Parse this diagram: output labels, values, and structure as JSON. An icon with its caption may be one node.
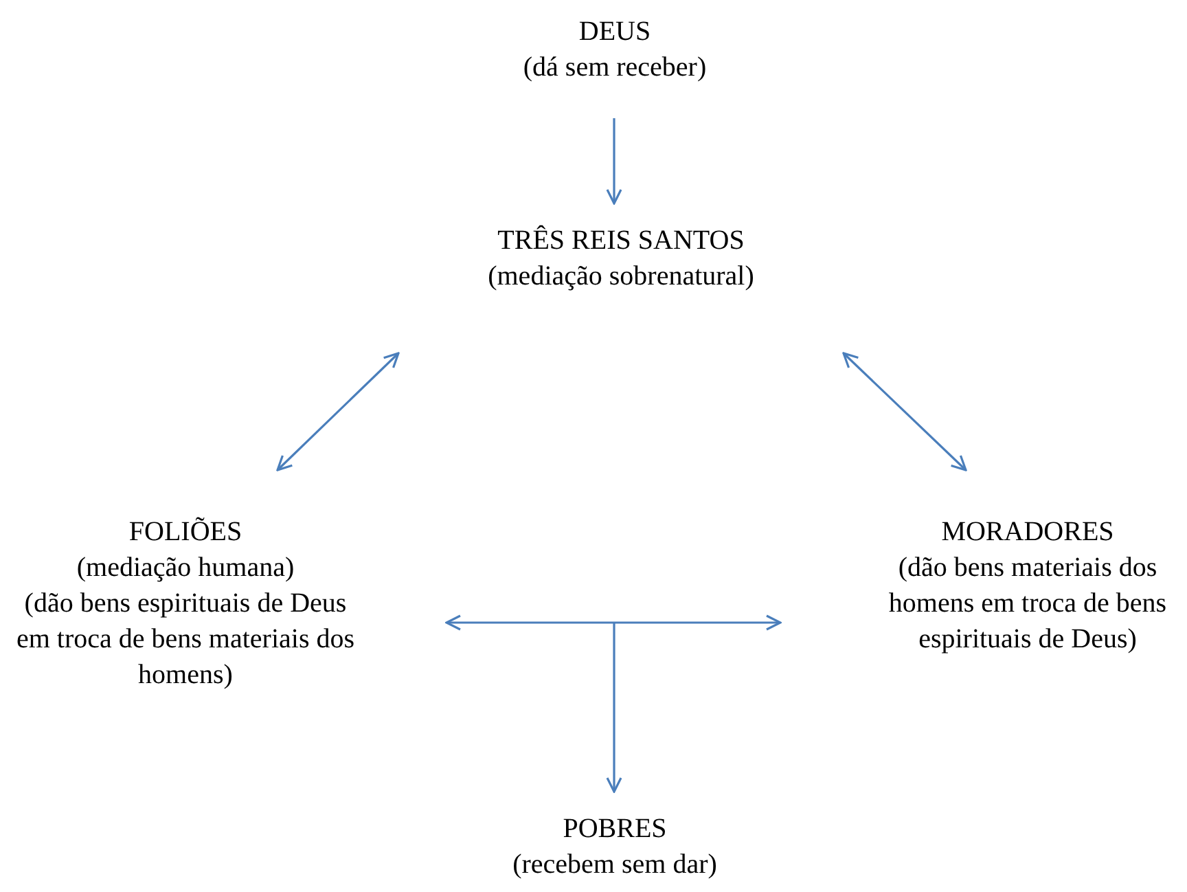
{
  "diagram": {
    "nodes": [
      {
        "text": [
          "DEUS",
          "(dá sem receber)"
        ]
      },
      {
        "text": [
          "TRÊS REIS SANTOS",
          "(mediação sobrenatural)"
        ]
      },
      {
        "text": [
          "FOLIÕES",
          "(mediação humana)",
          "(dão bens espirituais de Deus em troca de bens materiais dos homens)"
        ]
      },
      {
        "text": [
          "MORADORES",
          "(dão bens materiais dos homens em troca de bens espirituais de Deus)"
        ]
      },
      {
        "text": [
          "POBRES",
          "(recebem sem dar)"
        ]
      }
    ],
    "edges": [
      {
        "from": 0,
        "to": 1,
        "arrow": "to"
      },
      {
        "from": 1,
        "to": 2,
        "arrow": "both"
      },
      {
        "from": 1,
        "to": 3,
        "arrow": "both"
      },
      {
        "from": 2,
        "to": 3,
        "arrow": "both"
      },
      {
        "from": null,
        "to": 4,
        "arrow": "to"
      }
    ]
  }
}
